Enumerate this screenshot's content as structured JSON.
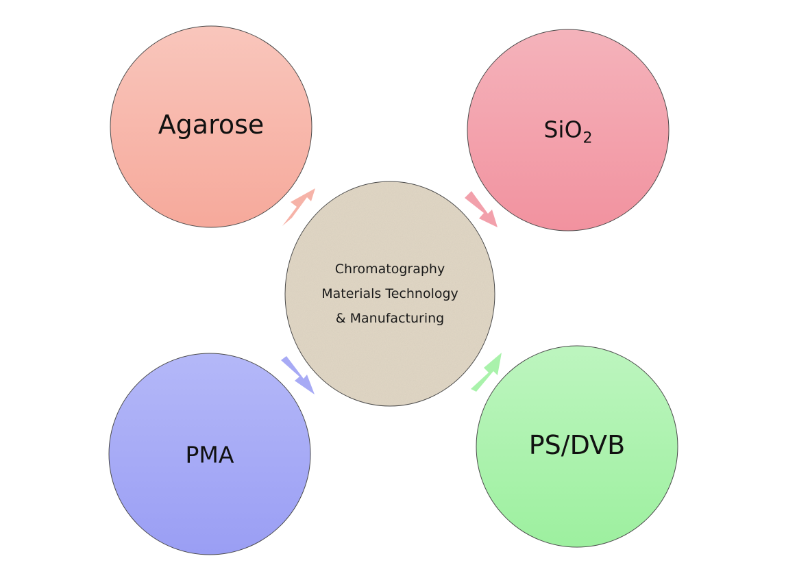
{
  "center": {
    "lines": [
      "Chromatography",
      "Materials Technology",
      "& Manufacturing"
    ]
  },
  "nodes": {
    "agarose": {
      "label": "Agarose",
      "color_top": "#f9c6bc",
      "color_bottom": "#f6a99b"
    },
    "sio2": {
      "label_main": "SiO",
      "label_sub": "2",
      "color_top": "#f4b3bb",
      "color_bottom": "#f2929f"
    },
    "pma": {
      "label": "PMA",
      "color_top": "#b4b8f8",
      "color_bottom": "#9a9ef4"
    },
    "psdvb": {
      "label": "PS/DVB",
      "color_top": "#bdf5bf",
      "color_bottom": "#9df09f"
    }
  },
  "center_fill": "#e2d8c6",
  "arrows": {
    "agarose": "#f6b3a8",
    "sio2": "#f2a0ab",
    "pma": "#a7aaf5",
    "psdvb": "#a9f2ab"
  }
}
